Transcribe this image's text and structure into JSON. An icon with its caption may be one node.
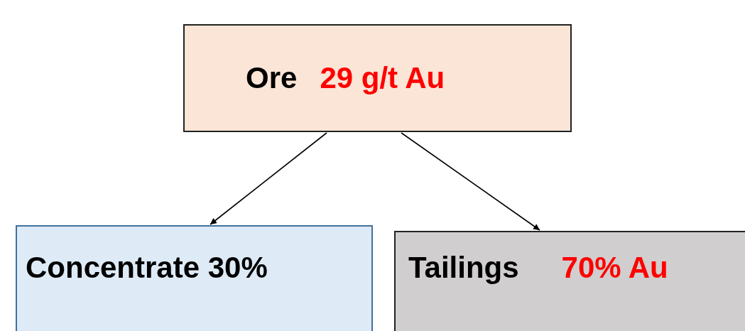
{
  "diagram": {
    "nodes": [
      {
        "text": [
          "Ore",
          "29 g/t Au"
        ]
      },
      {
        "text": [
          "Concentrate 30%"
        ]
      },
      {
        "text": [
          "Tailings",
          "70% Au"
        ]
      }
    ],
    "edges": [
      {
        "from": 0,
        "to": 1,
        "arrow": "to"
      },
      {
        "from": 0,
        "to": 2,
        "arrow": "to"
      }
    ]
  }
}
